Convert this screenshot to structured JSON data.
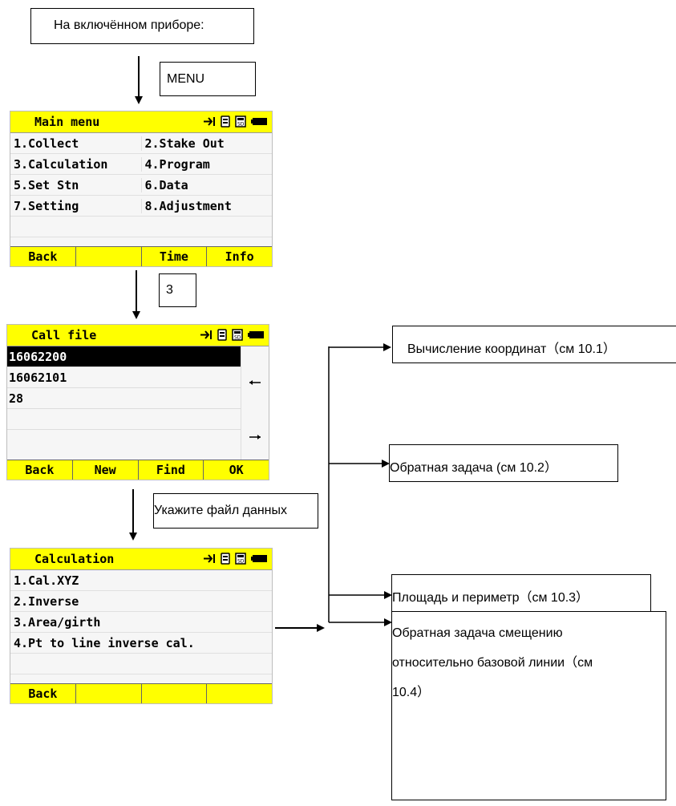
{
  "notes": {
    "powered_on": "На включённом приборе:",
    "menu_key": "MENU",
    "key_3": "3",
    "select_file": "Укажите файл данных",
    "branch_1": "Вычисление координат（см 10.1）",
    "branch_2": "Обратная задача (см 10.2）",
    "branch_3": "Площадь и периметр（см 10.3）",
    "branch_4_line1": "Обратная задача смещению",
    "branch_4_line2": "относительно базовой линии（см",
    "branch_4_line3": "10.4）"
  },
  "main_menu": {
    "title": "Main menu",
    "items": [
      [
        "1.Collect",
        "2.Stake Out"
      ],
      [
        "3.Calculation",
        "4.Program"
      ],
      [
        "5.Set Stn",
        "6.Data"
      ],
      [
        "7.Setting",
        "8.Adjustment"
      ]
    ],
    "softkeys": [
      "Back",
      "",
      "Time",
      "Info"
    ]
  },
  "call_file": {
    "title": "Call file",
    "files": [
      "16062200",
      "16062101",
      "28"
    ],
    "softkeys": [
      "Back",
      "New",
      "Find",
      "OK"
    ]
  },
  "calculation": {
    "title": "Calculation",
    "items": [
      "1.Cal.XYZ",
      "2.Inverse",
      "3.Area/girth",
      "4.Pt to line inverse cal."
    ],
    "softkeys": [
      "Back",
      "",
      "",
      ""
    ]
  },
  "colors": {
    "titlebar": "#ffff00",
    "softkeys": "#ffff00",
    "screen_bg": "#f6f6f6",
    "selected_row": "#000000"
  }
}
